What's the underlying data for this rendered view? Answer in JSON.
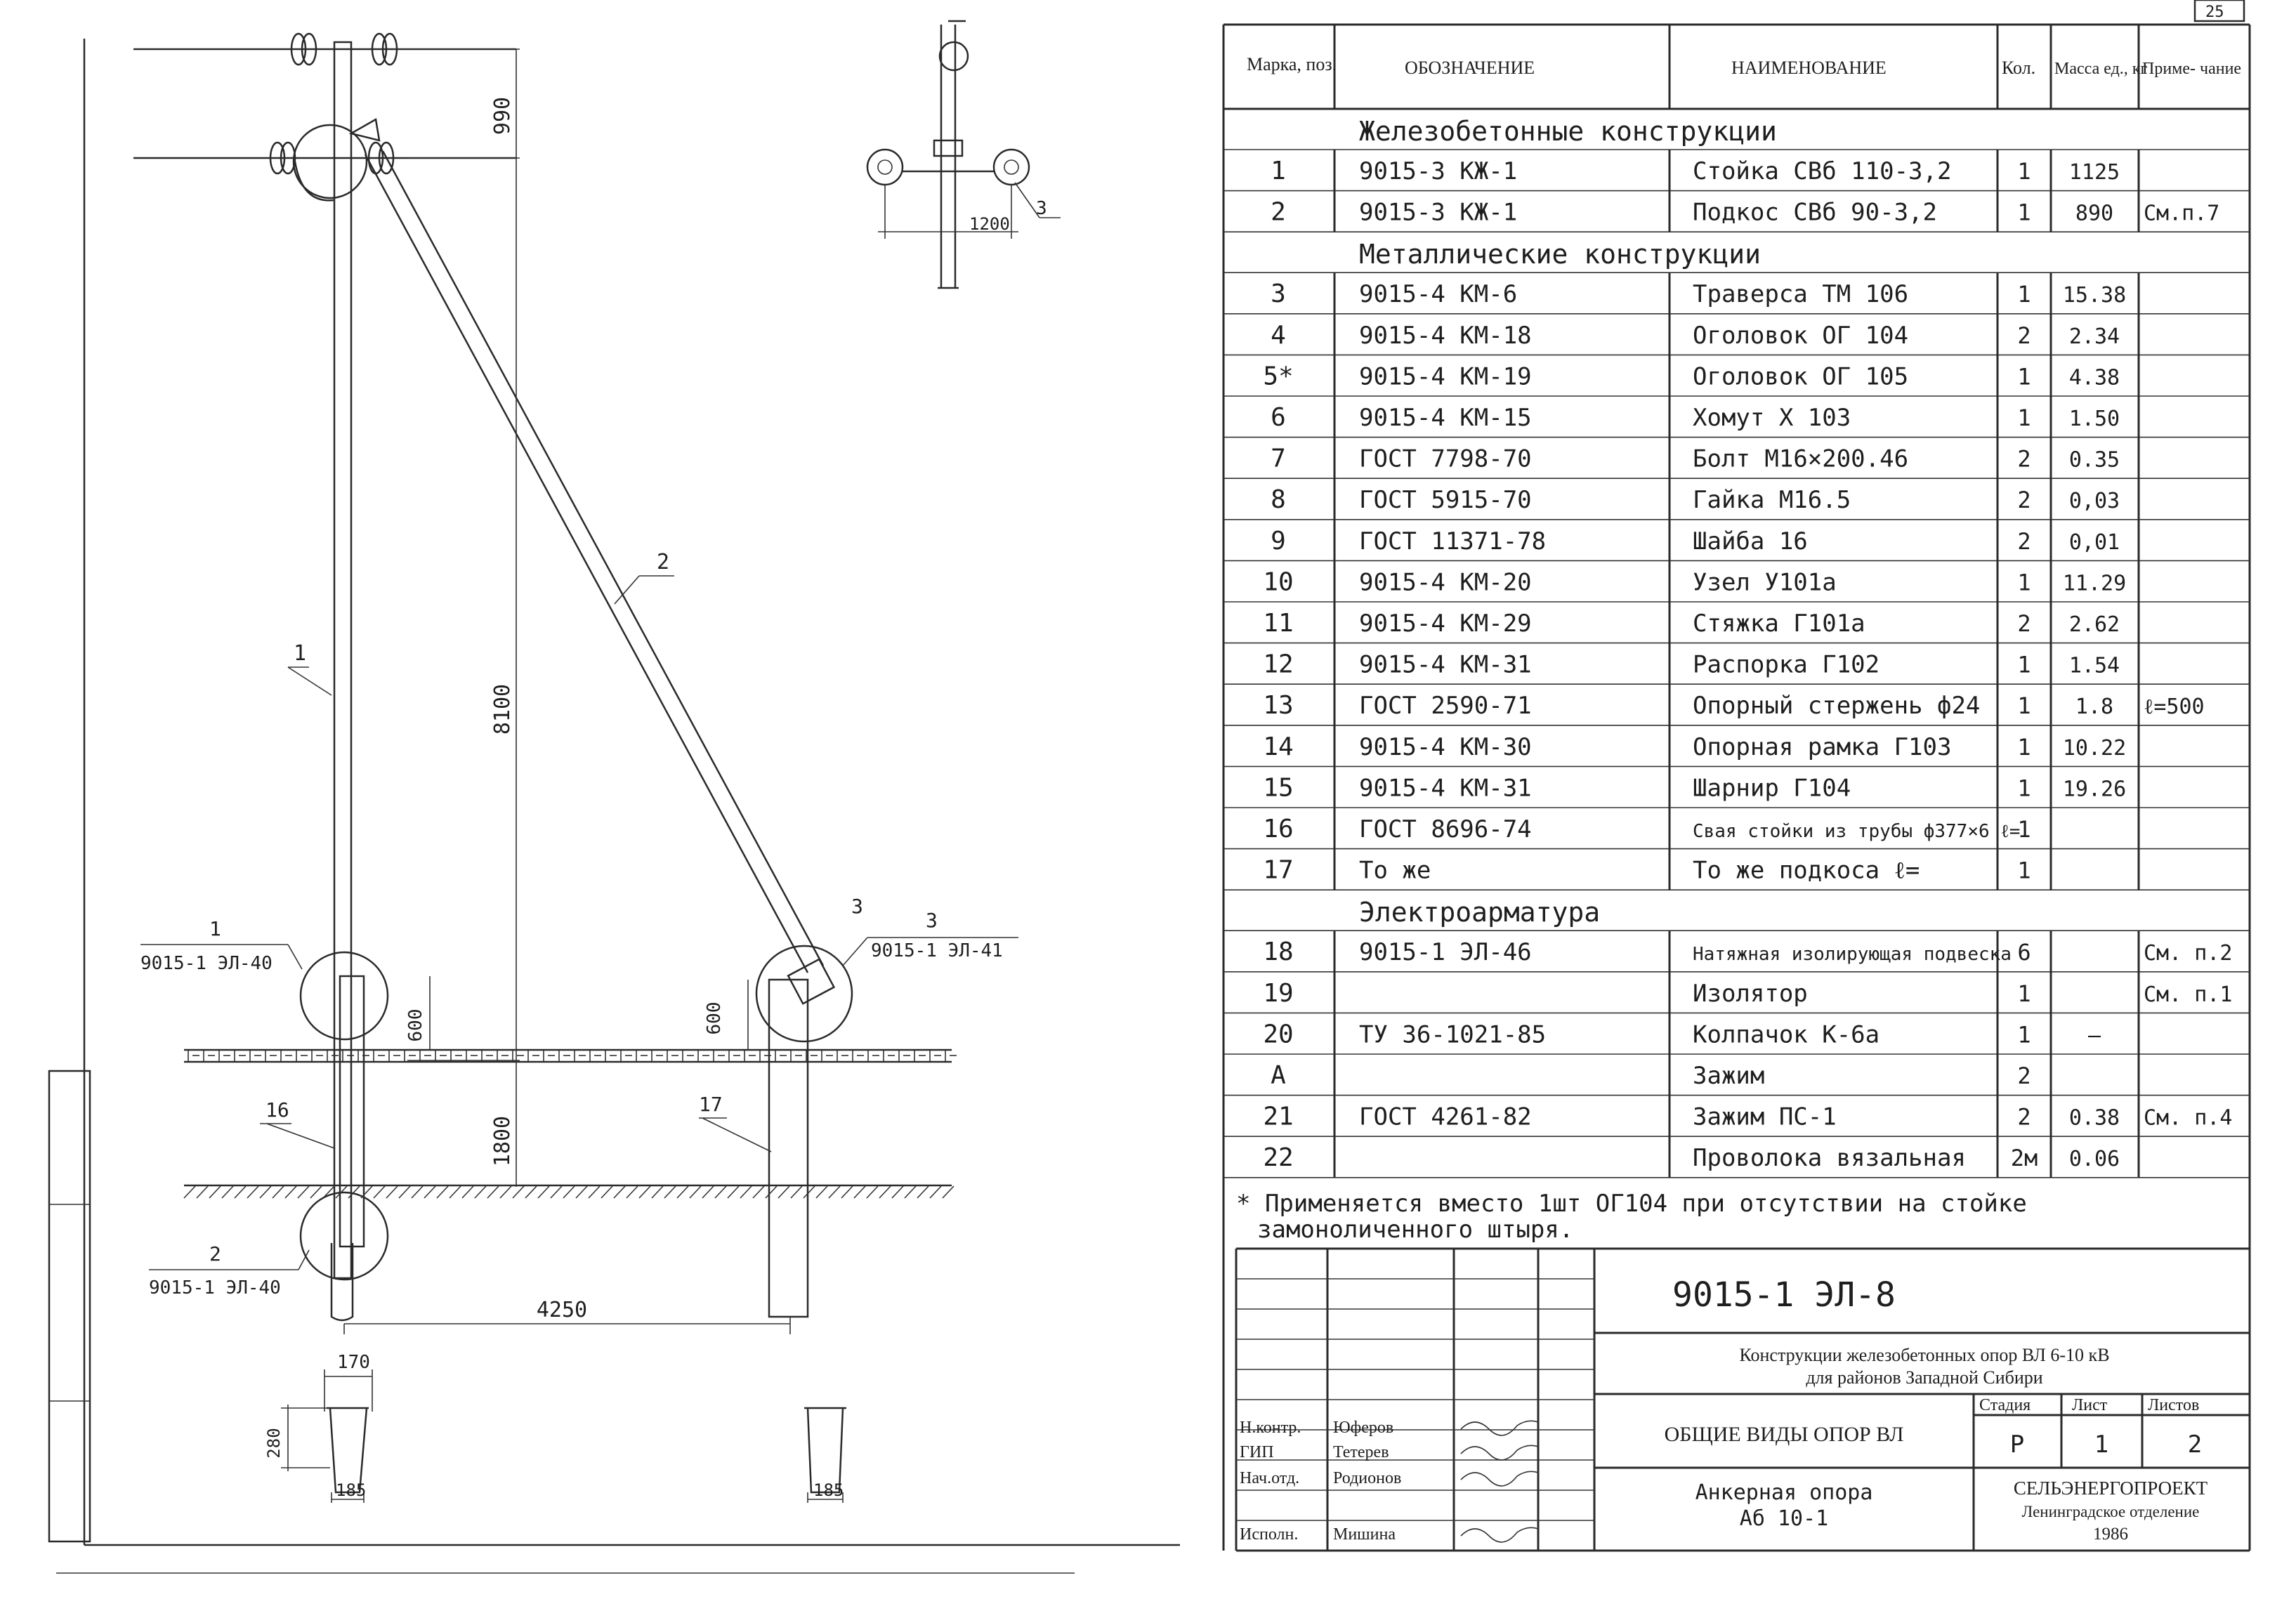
{
  "drawing": {
    "dims": {
      "d990": "990",
      "d8100": "8100",
      "d1800": "1800",
      "d600a": "600",
      "d600b": "600",
      "d4250": "4250",
      "d1200": "1200",
      "d170": "170",
      "d280": "280",
      "d185a": "185",
      "d185b": "185"
    },
    "callouts": {
      "c1": "1",
      "c2": "2",
      "c3": "3",
      "c16": "16",
      "c17": "17",
      "c3top": "3"
    },
    "refs": {
      "r1_num": "1",
      "r1_doc": "9015-1 ЭЛ-40",
      "r2_num": "2",
      "r2_doc": "9015-1 ЭЛ-40",
      "r3_num": "3",
      "r3_doc": "9015-1 ЭЛ-41"
    }
  },
  "table": {
    "headers": {
      "mark": "Марка, поз.",
      "designation": "ОБОЗНАЧЕНИЕ",
      "name": "НАИМЕНОВАНИЕ",
      "qty": "Кол.",
      "mass": "Масса ед., кг",
      "note": "Приме- чание"
    },
    "sections": {
      "s1": "Железобетонные конструкции",
      "s2": "Металлические конструкции",
      "s3": "Электроарматура"
    },
    "rows": [
      {
        "pos": "1",
        "des": "9015-3 КЖ-1",
        "name": "Стойка СВб 110-3,2",
        "qty": "1",
        "mass": "1125",
        "note": ""
      },
      {
        "pos": "2",
        "des": "9015-3 КЖ-1",
        "name": "Подкос СВб 90-3,2",
        "qty": "1",
        "mass": "890",
        "note": "См.п.7"
      },
      {
        "pos": "3",
        "des": "9015-4 КМ-6",
        "name": "Траверса ТМ 106",
        "qty": "1",
        "mass": "15.38",
        "note": ""
      },
      {
        "pos": "4",
        "des": "9015-4 КМ-18",
        "name": "Оголовок ОГ 104",
        "qty": "2",
        "mass": "2.34",
        "note": ""
      },
      {
        "pos": "5*",
        "des": "9015-4 КМ-19",
        "name": "Оголовок ОГ 105",
        "qty": "1",
        "mass": "4.38",
        "note": ""
      },
      {
        "pos": "6",
        "des": "9015-4 КМ-15",
        "name": "Хомут Х 103",
        "qty": "1",
        "mass": "1.50",
        "note": ""
      },
      {
        "pos": "7",
        "des": "ГОСТ 7798-70",
        "name": "Болт М16×200.46",
        "qty": "2",
        "mass": "0.35",
        "note": ""
      },
      {
        "pos": "8",
        "des": "ГОСТ 5915-70",
        "name": "Гайка М16.5",
        "qty": "2",
        "mass": "0,03",
        "note": ""
      },
      {
        "pos": "9",
        "des": "ГОСТ 11371-78",
        "name": "Шайба 16",
        "qty": "2",
        "mass": "0,01",
        "note": ""
      },
      {
        "pos": "10",
        "des": "9015-4 КМ-20",
        "name": "Узел У101а",
        "qty": "1",
        "mass": "11.29",
        "note": ""
      },
      {
        "pos": "11",
        "des": "9015-4 КМ-29",
        "name": "Стяжка Г101а",
        "qty": "2",
        "mass": "2.62",
        "note": ""
      },
      {
        "pos": "12",
        "des": "9015-4 КМ-31",
        "name": "Распорка Г102",
        "qty": "1",
        "mass": "1.54",
        "note": ""
      },
      {
        "pos": "13",
        "des": "ГОСТ 2590-71",
        "name": "Опорный стержень ф24",
        "qty": "1",
        "mass": "1.8",
        "note": "ℓ=500"
      },
      {
        "pos": "14",
        "des": "9015-4 КМ-30",
        "name": "Опорная рамка Г103",
        "qty": "1",
        "mass": "10.22",
        "note": ""
      },
      {
        "pos": "15",
        "des": "9015-4 КМ-31",
        "name": "Шарнир Г104",
        "qty": "1",
        "mass": "19.26",
        "note": ""
      },
      {
        "pos": "16",
        "des": "ГОСТ 8696-74",
        "name": "Свая стойки из трубы ф377×6 ℓ=",
        "qty": "1",
        "mass": "",
        "note": ""
      },
      {
        "pos": "17",
        "des": "То же",
        "name": "То же подкоса ℓ=",
        "qty": "1",
        "mass": "",
        "note": ""
      },
      {
        "pos": "18",
        "des": "9015-1 ЭЛ-46",
        "name": "Натяжная изолирующая подвеска",
        "qty": "6",
        "mass": "",
        "note": "См. п.2"
      },
      {
        "pos": "19",
        "des": "",
        "name": "Изолятор",
        "qty": "1",
        "mass": "",
        "note": "См. п.1"
      },
      {
        "pos": "20",
        "des": "ТУ 36-1021-85",
        "name": "Колпачок К-6а",
        "qty": "1",
        "mass": "–",
        "note": ""
      },
      {
        "pos": "А",
        "des": "",
        "name": "Зажим",
        "qty": "2",
        "mass": "",
        "note": ""
      },
      {
        "pos": "21",
        "des": "ГОСТ 4261-82",
        "name": "Зажим ПС-1",
        "qty": "2",
        "mass": "0.38",
        "note": "См. п.4"
      },
      {
        "pos": "22",
        "des": "",
        "name": "Проволока вязальная",
        "qty": "2м",
        "mass": "0.06",
        "note": ""
      }
    ],
    "footnote1": "* Применяется вместо 1шт ОГ104 при отсутствии на стойке",
    "footnote2": "замоноличенного штыря."
  },
  "stamp": {
    "code": "9015-1 ЭЛ-8",
    "project1": "Конструкции железобетонных опор ВЛ 6-10 кВ",
    "project2": "для районов Западной Сибири",
    "title": "ОБЩИЕ ВИДЫ ОПОР ВЛ",
    "subtitle1": "Анкерная опора",
    "subtitle2": "Аб 10-1",
    "stage_label": "Стадия",
    "sheet_label": "Лист",
    "sheets_label": "Листов",
    "stage": "Р",
    "sheet": "1",
    "sheets": "2",
    "org1": "СЕЛЬЭНЕРГОПРОЕКТ",
    "org2": "Ленинградское отделение",
    "year": "1986",
    "roles": [
      {
        "role": "Н.контр.",
        "name": "Юферов"
      },
      {
        "role": "ГИП",
        "name": "Тетерев"
      },
      {
        "role": "Нач.отд.",
        "name": "Родионов"
      },
      {
        "role": "Исполн.",
        "name": "Мишина"
      }
    ]
  },
  "corner": "25"
}
